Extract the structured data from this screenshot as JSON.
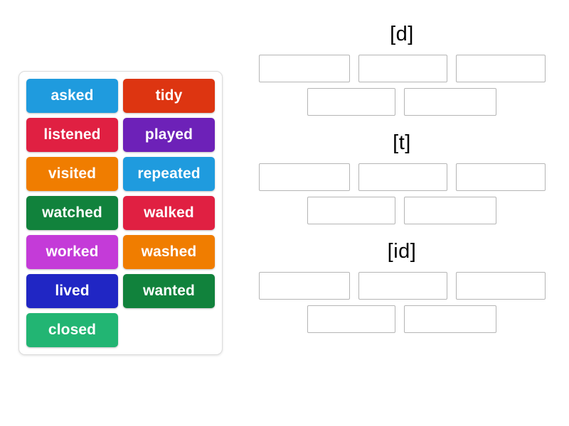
{
  "word_bank": {
    "name": "word-bank",
    "tiles": [
      {
        "label": "asked",
        "color": "#1f9bde"
      },
      {
        "label": "tidy",
        "color": "#dd3511"
      },
      {
        "label": "listened",
        "color": "#e02042"
      },
      {
        "label": "played",
        "color": "#6d21b8"
      },
      {
        "label": "visited",
        "color": "#f07d00"
      },
      {
        "label": "repeated",
        "color": "#1f9bde"
      },
      {
        "label": "watched",
        "color": "#11823c"
      },
      {
        "label": "walked",
        "color": "#e02042"
      },
      {
        "label": "worked",
        "color": "#c43bd8"
      },
      {
        "label": "washed",
        "color": "#f07d00"
      },
      {
        "label": "lived",
        "color": "#2026c4"
      },
      {
        "label": "wanted",
        "color": "#11823c"
      },
      {
        "label": "closed",
        "color": "#22b573"
      }
    ]
  },
  "answer_groups": [
    {
      "heading": "[d]",
      "rows": [
        [
          {
            "value": ""
          },
          {
            "value": ""
          },
          {
            "value": ""
          }
        ],
        [
          {
            "value": ""
          },
          {
            "value": ""
          }
        ]
      ]
    },
    {
      "heading": "[t]",
      "rows": [
        [
          {
            "value": ""
          },
          {
            "value": ""
          },
          {
            "value": ""
          }
        ],
        [
          {
            "value": ""
          },
          {
            "value": ""
          }
        ]
      ]
    },
    {
      "heading": "[id]",
      "rows": [
        [
          {
            "value": ""
          },
          {
            "value": ""
          },
          {
            "value": ""
          }
        ],
        [
          {
            "value": ""
          },
          {
            "value": ""
          }
        ]
      ]
    }
  ]
}
